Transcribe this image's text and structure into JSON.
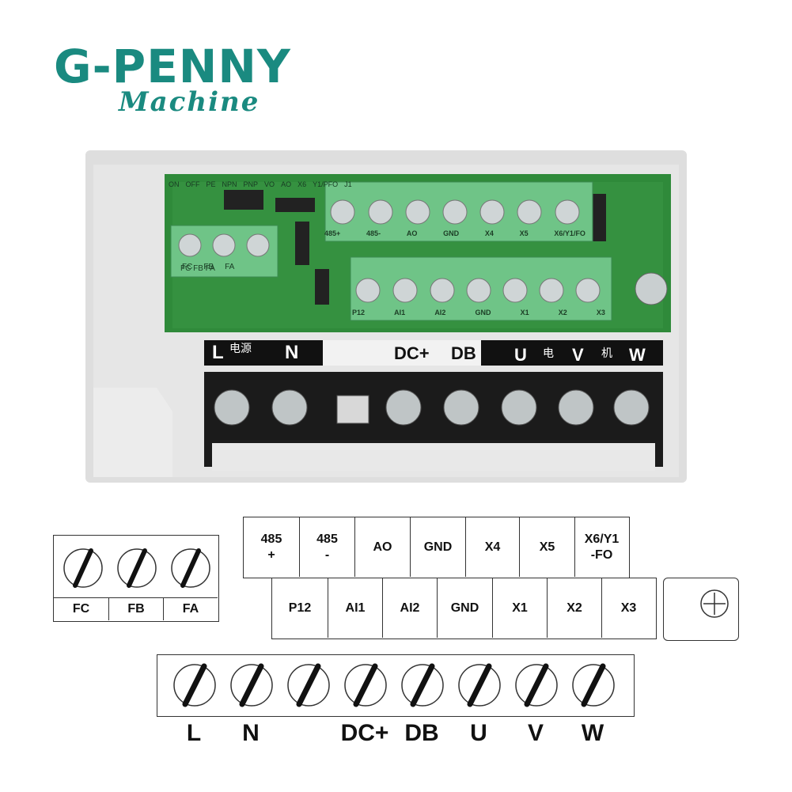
{
  "logo": {
    "brand": "G-PENNY",
    "sub": "Machine",
    "color": "#1a8a80"
  },
  "photo": {
    "top_row": [
      "485+",
      "485-",
      "AO",
      "GND",
      "X4",
      "X5",
      "X6/Y1/FO"
    ],
    "bottom_row": [
      "P12",
      "AI1",
      "AI2",
      "GND",
      "X1",
      "X2",
      "X3"
    ],
    "left_block": [
      "FC",
      "FB",
      "FA"
    ],
    "power_labels": [
      "L",
      "电源",
      "N",
      "DC+",
      "DB",
      "U",
      "电",
      "V",
      "机",
      "W"
    ],
    "pcb_marks": [
      "ON",
      "OFF",
      "PE",
      "NPN",
      "PNP",
      "VO",
      "AO",
      "X6",
      "Y1/PFO",
      "J1"
    ]
  },
  "diagram_left": {
    "labels": [
      "FC",
      "FB",
      "FA"
    ]
  },
  "diagram_top": {
    "row1": [
      "485\n+",
      "485\n-",
      "AO",
      "GND",
      "X4",
      "X5",
      "X6/Y1\n-FO"
    ],
    "row2": [
      "P12",
      "AI1",
      "AI2",
      "GND",
      "X1",
      "X2",
      "X3"
    ]
  },
  "diagram_pe": {
    "icon": "ground-screw-icon"
  },
  "diagram_power": {
    "labels": [
      "L",
      "N",
      "DC+",
      "DB",
      "U",
      "V",
      "W"
    ]
  }
}
